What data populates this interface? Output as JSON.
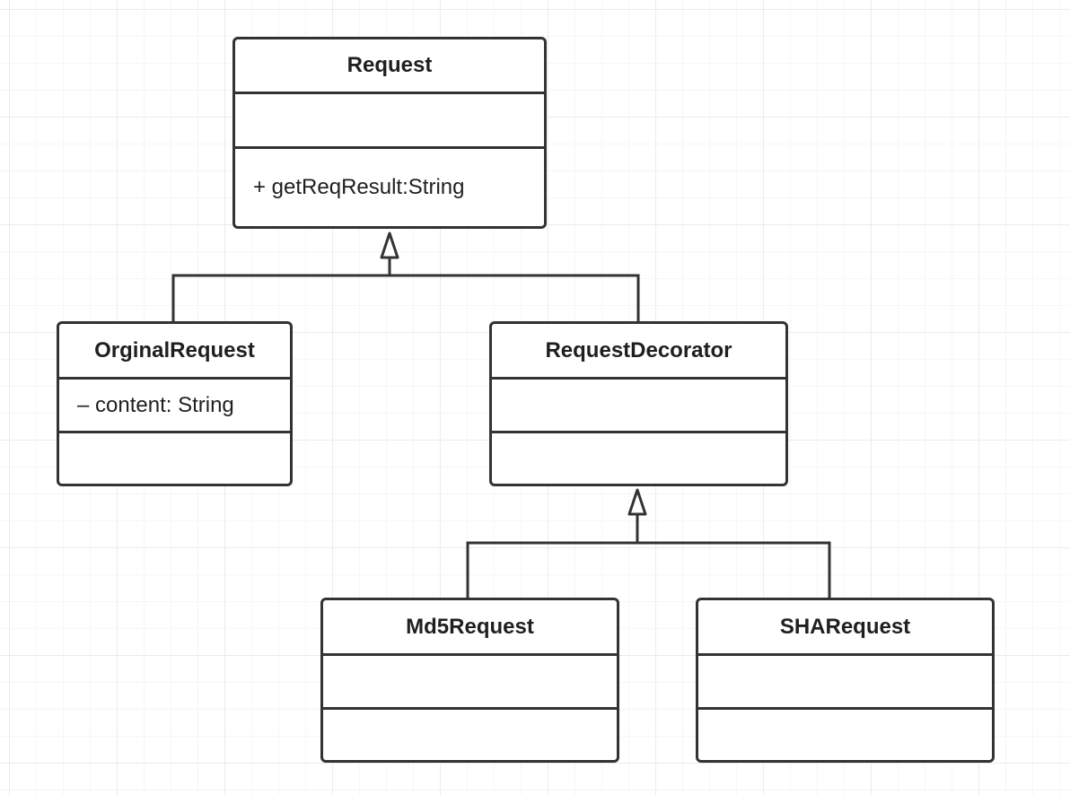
{
  "diagram": {
    "classes": [
      {
        "id": "request",
        "name": "Request",
        "attributes": [],
        "methods": [
          "+ getReqResult:String"
        ]
      },
      {
        "id": "orginal-request",
        "name": "OrginalRequest",
        "attributes": [
          "– content: String"
        ],
        "methods": []
      },
      {
        "id": "request-decorator",
        "name": "RequestDecorator",
        "attributes": [],
        "methods": []
      },
      {
        "id": "md5-request",
        "name": "Md5Request",
        "attributes": [],
        "methods": []
      },
      {
        "id": "sha-request",
        "name": "SHARequest",
        "attributes": [],
        "methods": []
      }
    ],
    "relations": [
      {
        "type": "generalization",
        "from": "orginal-request",
        "to": "request"
      },
      {
        "type": "generalization",
        "from": "request-decorator",
        "to": "request"
      },
      {
        "type": "generalization",
        "from": "md5-request",
        "to": "request-decorator"
      },
      {
        "type": "generalization",
        "from": "sha-request",
        "to": "request-decorator"
      }
    ]
  },
  "colors": {
    "line": "#333333",
    "box_fill": "#ffffff",
    "text": "#1f1f1f",
    "grid": "#ebebeb"
  }
}
